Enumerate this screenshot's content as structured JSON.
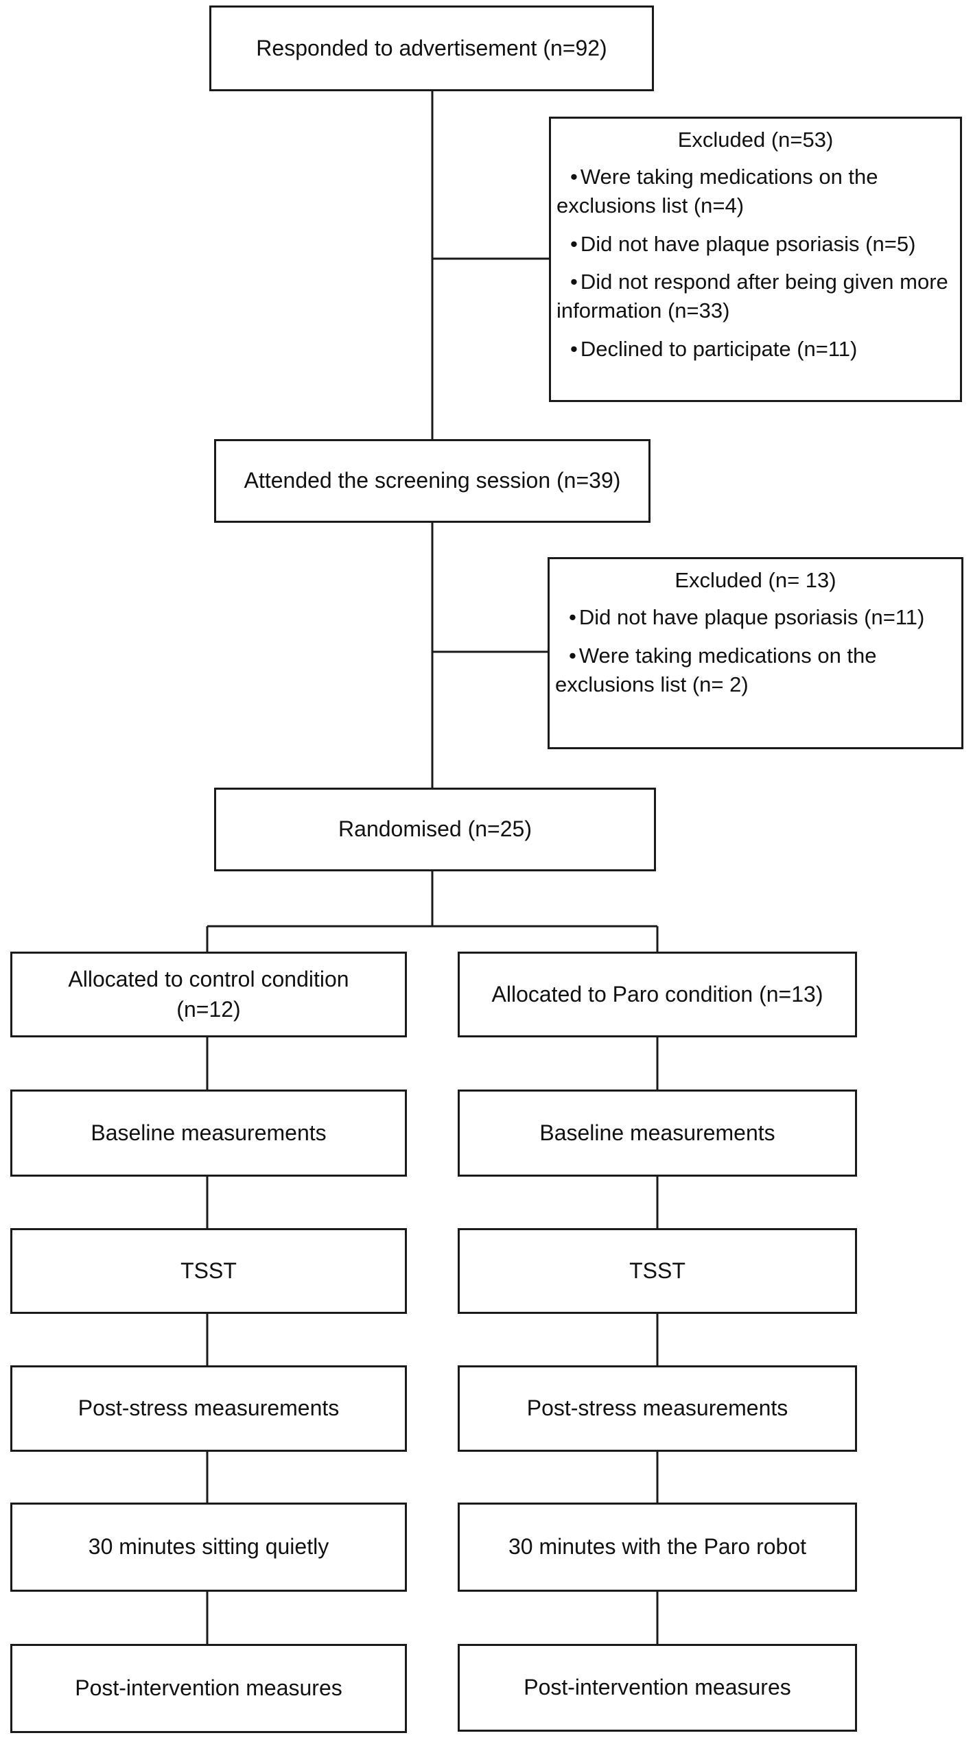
{
  "flow": {
    "responded": "Responded to advertisement (n=92)",
    "excluded1": {
      "title": "Excluded  (n=53)",
      "items": [
        "Were taking medications on the exclusions list (n=4)",
        "Did not have plaque psoriasis (n=5)",
        "Did not respond after being given more information (n=33)",
        "Declined to participate (n=11)"
      ]
    },
    "screening": "Attended the screening session (n=39)",
    "excluded2": {
      "title": "Excluded  (n= 13)",
      "items": [
        "Did not have plaque psoriasis (n=11)",
        "Were taking medications on the exclusions list (n= 2)"
      ]
    },
    "randomised": "Randomised (n=25)",
    "control": {
      "allocated_line1": "Allocated to control condition",
      "allocated_line2": "(n=12)",
      "baseline": "Baseline measurements",
      "tsst": "TSST",
      "post_stress": "Post-stress measurements",
      "intervention": "30 minutes sitting quietly",
      "post_intervention": "Post-intervention measures"
    },
    "paro": {
      "allocated": "Allocated to Paro condition (n=13)",
      "baseline": "Baseline measurements",
      "tsst": "TSST",
      "post_stress": "Post-stress measurements",
      "intervention": "30 minutes with the Paro robot",
      "post_intervention": "Post-intervention measures"
    },
    "bullet_glyph": "•"
  }
}
